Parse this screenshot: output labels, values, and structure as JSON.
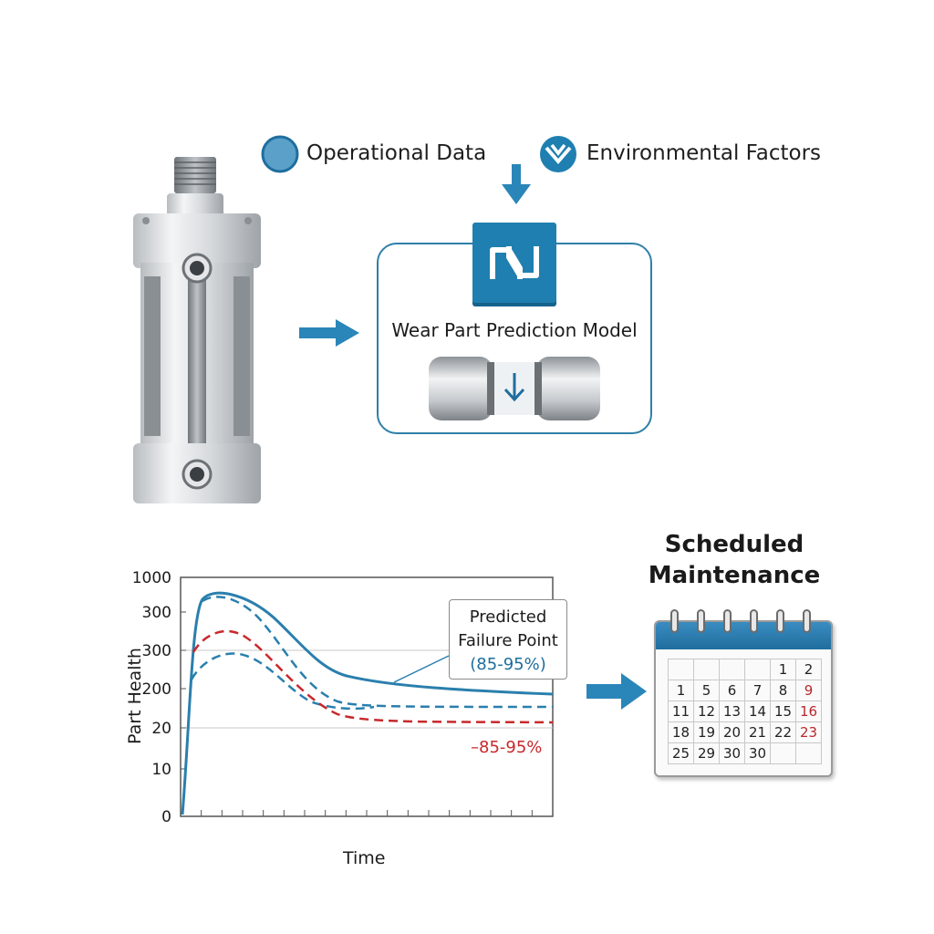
{
  "inputs": {
    "operational_data": {
      "label": "Operational Data",
      "icon": "circle-icon"
    },
    "environmental_factors": {
      "label": "Environmental Factors",
      "icon": "chevron-badge-icon"
    }
  },
  "model": {
    "title": "Wear Part Prediction Model",
    "icon": "model-logo-icon"
  },
  "chart_data": {
    "type": "line",
    "xlabel": "Time",
    "ylabel": "Part Health",
    "y_tick_labels": [
      "0",
      "10",
      "20",
      "200",
      "300",
      "300",
      "1000"
    ],
    "series": [
      {
        "style": "solid",
        "color": "#2a7fad"
      },
      {
        "style": "dashed",
        "color": "#2a7fad"
      },
      {
        "style": "dashed",
        "color": "#2a7fad"
      },
      {
        "style": "dashed",
        "color": "#c8282c"
      }
    ],
    "annotations": {
      "callout_line1": "Predicted",
      "callout_line2": "Failure Point",
      "callout_range": "(85-95%)",
      "red_label": "–85-95%"
    }
  },
  "maintenance": {
    "title_line1": "Scheduled",
    "title_line2": "Maintenance",
    "calendar_rows": [
      [
        "",
        "",
        "",
        "",
        "1",
        "2"
      ],
      [
        "1",
        "5",
        "6",
        "7",
        "8",
        "9"
      ],
      [
        "11",
        "12",
        "13",
        "14",
        "15",
        "16"
      ],
      [
        "18",
        "19",
        "20",
        "21",
        "22",
        "23"
      ],
      [
        "25",
        "29",
        "30",
        "30",
        "",
        ""
      ]
    ],
    "accent_color": "#1f6e9e",
    "highlight_color": "#b8282c"
  }
}
